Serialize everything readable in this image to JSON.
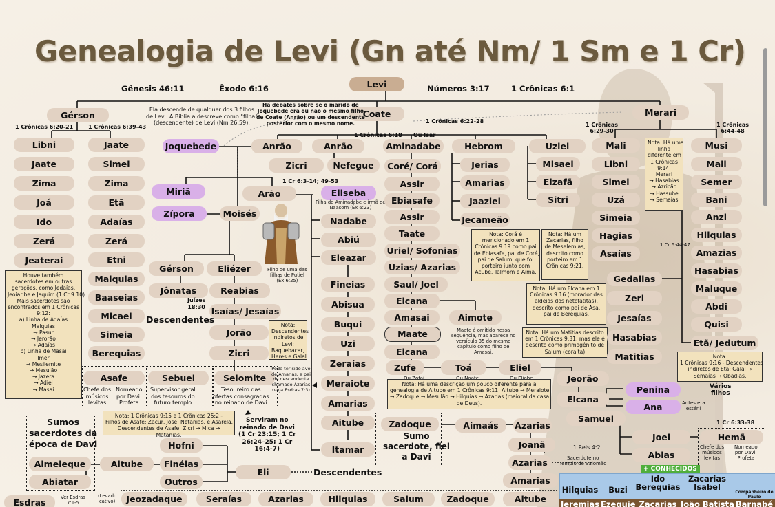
{
  "title": "Genealogia de Levi (Gn até Nm/ 1 Sm e 1 Cr)",
  "refs": {
    "gn": "Gênesis 46:11",
    "ex": "Êxodo 6:16",
    "nm": "Números 3:17",
    "cr1": "1 Crônicas 6:1",
    "cr620": "1 Crônicas 6:20-21",
    "cr639": "1 Crônicas 6:39-43",
    "cr618": "1 Crônicas 6:18",
    "ouisar": "Ou Isar",
    "cr622": "1 Crônicas 6:22-28",
    "cr629": "1 Crônicas\n6:29-30",
    "cr644": "1 Crônicas\n6:44-48",
    "cr63": "1 Cr 6:3-14; 49-53",
    "cr6447": "1 Cr 6:44-47",
    "cr633": "1 Cr 6:33-38",
    "reis": "1 Reis 4:2",
    "juizes": "Juízes\n18:30"
  },
  "people": {
    "levi": "Levi",
    "gerson": "Gérson",
    "coate": "Coate",
    "merari": "Merari",
    "libni": "Libni",
    "jaate": "Jaate",
    "zima": "Zima",
    "joa": "Joá",
    "ido": "Ido",
    "zera": "Zerá",
    "jeaterai": "Jeaterai",
    "jaate2": "Jaate",
    "simei": "Simei",
    "zima2": "Zima",
    "eta": "Etã",
    "adaias": "Adaías",
    "zera2": "Zerá",
    "etni": "Etni",
    "malquias": "Malquias",
    "baaseias": "Baaseias",
    "micael": "Micael",
    "simeia": "Simeia",
    "berequias": "Berequias",
    "joquebede": "Joquebede",
    "anrao1": "Anrão",
    "anrao2": "Anrão",
    "aminadabe": "Aminadabe",
    "zicri": "Zicri",
    "nefegue": "Nefegue",
    "core": "Coré/ Corá",
    "miria": "Miriã",
    "arao": "Arão",
    "eliseba": "Eliseba",
    "zipora": "Zípora",
    "moises": "Moisés",
    "gerson2": "Gérson",
    "eliezer": "Eliézer",
    "jonatas": "Jônatas",
    "reabias": "Reabias",
    "isaias": "Isaías/ Jesaías",
    "jorao": "Jorão",
    "zicri2": "Zicri",
    "selomite": "Selomite",
    "nadabe": "Nadabe",
    "abiu": "Abiú",
    "eleazar": "Eleazar",
    "fineias": "Fineias",
    "abisua": "Abisua",
    "buqui": "Buqui",
    "uzi": "Uzi",
    "zeraias": "Zeraías",
    "meraiote": "Meraiote",
    "amarias": "Amarias",
    "aitube": "Aitube",
    "itamar": "Itamar",
    "assir": "Assir",
    "ebiasafe": "Ebiasafe",
    "assir2": "Assir",
    "taate": "Taate",
    "uriel": "Uriel/ Sofonias",
    "uzias": "Uzias/ Azarias",
    "saul": "Saul/ Joel",
    "elcana": "Elcana",
    "amasai": "Amasai",
    "aimote": "Aimote",
    "maate": "Maate",
    "elcana2": "Elcana",
    "zufe": "Zufe",
    "toa": "Toá",
    "eliel": "Eliel",
    "hebrom": "Hebrom",
    "jerias": "Jerias",
    "amarias2": "Amarias",
    "jaaziel": "Jaaziel",
    "jecameao": "Jecameão",
    "uziel": "Uziel",
    "misael": "Misael",
    "elzafa": "Elzafã",
    "sitri": "Sitri",
    "mali": "Mali",
    "libni2": "Libni",
    "simei2": "Simei",
    "uza": "Uzá",
    "simeia2": "Simeia",
    "hagias": "Hagias",
    "asaias": "Asaías",
    "musi": "Musi",
    "mali2": "Mali",
    "semer": "Semer",
    "bani": "Bani",
    "anzi": "Anzi",
    "hilquias": "Hilquias",
    "amazias": "Amazias",
    "hasabias": "Hasabias",
    "maluque": "Maluque",
    "abdi": "Abdi",
    "quisi": "Quisi",
    "etajedutum": "Etã/ Jedutum",
    "gedalias": "Gedalias",
    "zeri": "Zeri",
    "jesaias": "Jesaías",
    "hasabias2": "Hasabias",
    "matitias": "Matitias",
    "asafe": "Asafe",
    "sebuel": "Sebuel",
    "selomite2": "Selomite",
    "jeorao": "Jeorão",
    "elcana3": "Elcana",
    "penina": "Penina",
    "ana": "Ana",
    "samuel": "Samuel",
    "joel": "Joel",
    "abias": "Abias",
    "hema": "Hemã",
    "zadoque": "Zadoque",
    "aimaas": "Aimaás",
    "azarias": "Azarias",
    "joana": "Joanã",
    "azarias2": "Azarias",
    "amarias3": "Amarias",
    "hofni": "Hofni",
    "fineias2": "Finéias",
    "outros": "Outros",
    "eli": "Eli",
    "aitube2": "Aitube",
    "aimeleque": "Aimeleque",
    "abiatar": "Abiatar",
    "esdras": "Esdras",
    "jeozadaque": "Jeozadaque",
    "seraias": "Seraías",
    "azarias3": "Azarias",
    "hilquias2": "Hilquias",
    "salum": "Salum",
    "zadoque2": "Zadoque",
    "aitube3": "Aitube"
  },
  "labels": {
    "joquebede_note": "Ela descende de qualquer dos 3 filhos\nde Levi. A Bíblia a descreve como \"filha\"\n(descendente) de Levi (Nm 26:59).",
    "anrao_note": "Há debates sobre se o marido de\nJoquebede era ou não o mesmo filho\nde Coate (Anrão) ou um descendente\nposterior com o mesmo nome.",
    "eliseba_note": "Filha de Aminadabe e irmã de\nNaasom (Êx 6:23)",
    "fineias_note": "Filho de uma das\nfilhas de Putiel\n(Êx 6:25)",
    "azarias_note": "Pode ter sido avô\nde Amarias, e pai\ndo descendente\nchamado Azarias\n(veja Esdras 7:3)",
    "maate_note": "Maate é omitido nessa\nsequência, mas aparece no\nversículo 35 do mesmo\ncapítulo como filho de\nAmasai.",
    "descendentes": "Descendentes",
    "descendentes2": "Descendentes",
    "ou_zofai": "Ou Zofai",
    "ou_naate": "Ou Naate",
    "ou_eliabe": "Ou Eliabe",
    "varios_filhos": "Vários\nfilhos",
    "antes_esteril": "Antes era\nestéril",
    "sacerdote_templo": "Sacerdote no\nTemplo de Salomão",
    "serviram": "Serviram no\nreinado de Davi\n(1 Cr 23:15; 1 Cr\n26:24–25; 1 Cr\n16:4-7)",
    "sumos": "Sumos\nsacerdotes da\népoca de Davi",
    "zadoque_sumo": "Sumo\nsacerdote, fiel\na Davi",
    "asafe_desc": "Chefe dos\nmúsicos\nlevitas",
    "asafe_desc2": "Nomeado\npor Davi.\nProfeta",
    "sebuel_desc": "Supervisor geral\ndos tesouros do\nfuturo templo",
    "selomite_desc": "Tesoureiro das\nofertas consagradas\nno reinado de Davi",
    "hema_desc": "Chefe dos\nmúsicos\nlevitas",
    "hema_desc2": "Nomeado\npor Davi.\nProfeta",
    "levado": "(Levado\ncativo)",
    "ver_esdras": "Ver Esdras\n7:1-5",
    "conhecidos": "+ CONHECIDOS"
  },
  "notes": {
    "houve": "Houve também\nsacerdotes em outras\ngerações, como Jedaías,\nJeoiaribe e Jaquim (1 Cr 9:10).\nMais sacerdotes são\nencontrados em 1 Crônicas\n9:12:\na) Linha de Adaías\nMalquias\n→ Pasur\n→ Jerorão\n→ Adaías\nb) Linha de Masai\nImer\n→ Mesilemite\n→ Mesulão\n→ Jazera\n→ Adiel\n→ Masai",
    "merari_note": "Nota: Há uma\nlinha\ndiferente em\n1 Crônicas\n9:14:\nMerari\n→ Hasabias\n→ Azricão\n→ Hassube\n→ Semaías",
    "core_note": "Nota: Corá é\nmencionado em 1\nCrônicas 9:19 como pai\nde Ebiasafe, pai de Coré,\npai de Salum, que foi\nporteiro junto com\nAcube, Talmom e Aimã.",
    "zacarias_note": "Nota: Há um\nZacarias, filho\nde Meselemias,\ndescrito como\nporteiro em 1\nCrônicas 9:21.",
    "elcana_note": "Nota: Há um Elcana em 1\nCrônicas 9:16 (morador das\naldeias dos netofatitas),\ndescrito como pai de Asa,\npai de Berequias.",
    "matitias_note": "Nota: Há um Matitias descrito\nem 1 Crônicas 9:31, mas ele é\ndescrito como primogênito de\nSalum (coraíta)",
    "indiretos": "Nota:\nDescendentes\nindiretos de\nLevi:\nBaquebacar,\nHeres e Galal.",
    "aitube_note": "Nota: Há uma descrição um pouco diferente para a\ngenealogia de Aitube em 1 Crônicas 9:11: Aitube → Meraiote\n→ Zadoque → Mesulão → Hilquias → Azarias (maioral da casa\nde Deus).",
    "asafe_note": "Nota: 1 Crônicas 9:15 e 1 Crônicas 25:2 -\nFilhos de Asafe: Zacur, José, Netanias, e Asarela.\nDescendentes de Asafe: Zicri → Mica →\nMatanias.",
    "eta_note": "Nota:\n1 Crônicas 9:16 - Descendentes\nindiretos de Etã: Galal →\nSemaías → Obadias."
  },
  "panel": {
    "row1": [
      "Hilquias",
      "Buzi",
      "Ido\nBerequias",
      "Zacarias\nIsabel",
      "Companheiro de\nPaulo"
    ],
    "row2": [
      "Jeremias",
      "Ezequiel",
      "Zacarias",
      "João Batista",
      "Barnabé"
    ]
  }
}
